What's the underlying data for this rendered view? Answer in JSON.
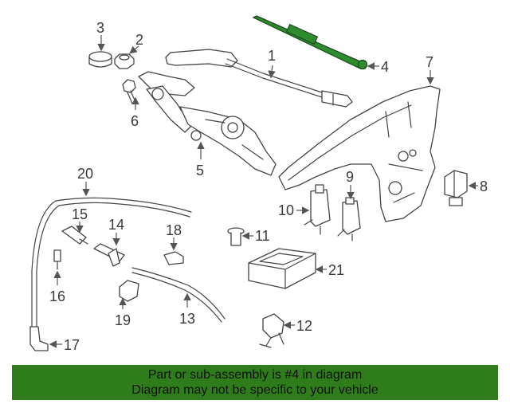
{
  "diagram": {
    "highlight_part": "4",
    "highlight_color": "#2e8b2e",
    "callouts": [
      "1",
      "2",
      "3",
      "4",
      "5",
      "6",
      "7",
      "8",
      "9",
      "10",
      "11",
      "12",
      "13",
      "14",
      "15",
      "16",
      "17",
      "18",
      "19",
      "20",
      "21"
    ]
  },
  "banner": {
    "line1": "Part or sub-assembly is #4 in diagram",
    "line2": "Diagram may not be specific to your vehicle",
    "background_color": "#2e7d1a"
  }
}
